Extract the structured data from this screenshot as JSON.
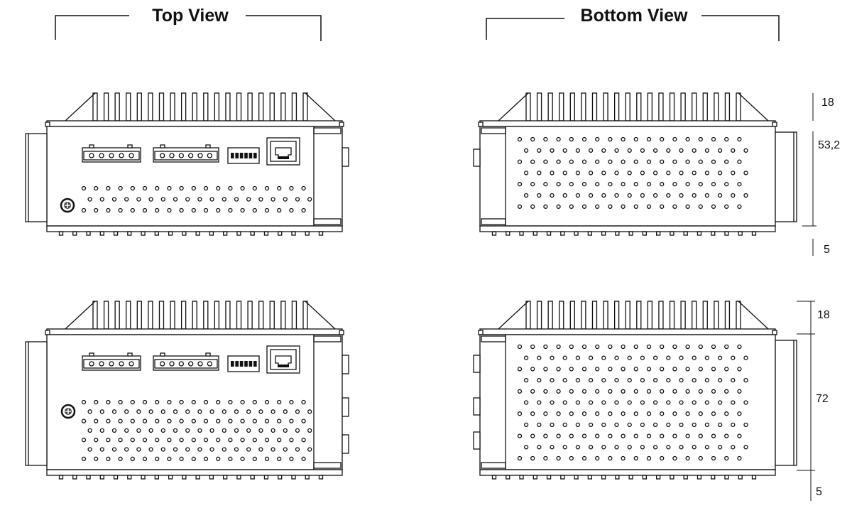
{
  "titles": {
    "top_view": "Top View",
    "bottom_view": "Bottom View"
  },
  "dimensions": {
    "upper_fin_height": "18",
    "upper_body_height": "53,2",
    "upper_foot": "5",
    "lower_fin_height": "18",
    "lower_body_height": "72",
    "lower_foot": "5"
  }
}
